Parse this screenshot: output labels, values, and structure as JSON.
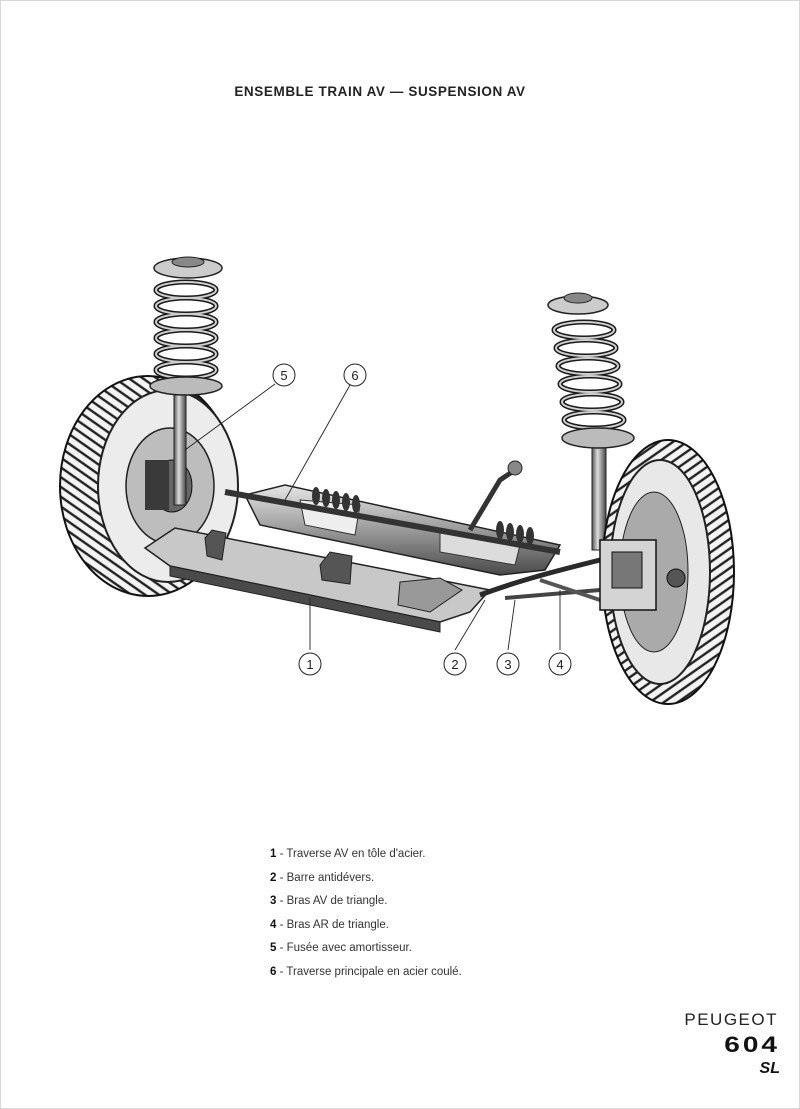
{
  "title": "ENSEMBLE TRAIN AV — SUSPENSION AV",
  "callouts": [
    "1",
    "2",
    "3",
    "4",
    "5",
    "6"
  ],
  "legend": [
    {
      "num": "1",
      "sep": " - ",
      "text": "Traverse AV en tôle d'acier."
    },
    {
      "num": "2",
      "sep": " - ",
      "text": "Barre antidévers."
    },
    {
      "num": "3",
      "sep": " - ",
      "text": "Bras AV de triangle."
    },
    {
      "num": "4",
      "sep": " - ",
      "text": "Bras AR de triangle."
    },
    {
      "num": "5",
      "sep": " - ",
      "text": "Fusée avec amortisseur."
    },
    {
      "num": "6",
      "sep": " - ",
      "text": "Traverse principale en acier coulé."
    }
  ],
  "brand": {
    "name": "PEUGEOT",
    "model": "604",
    "trim": "SL"
  }
}
